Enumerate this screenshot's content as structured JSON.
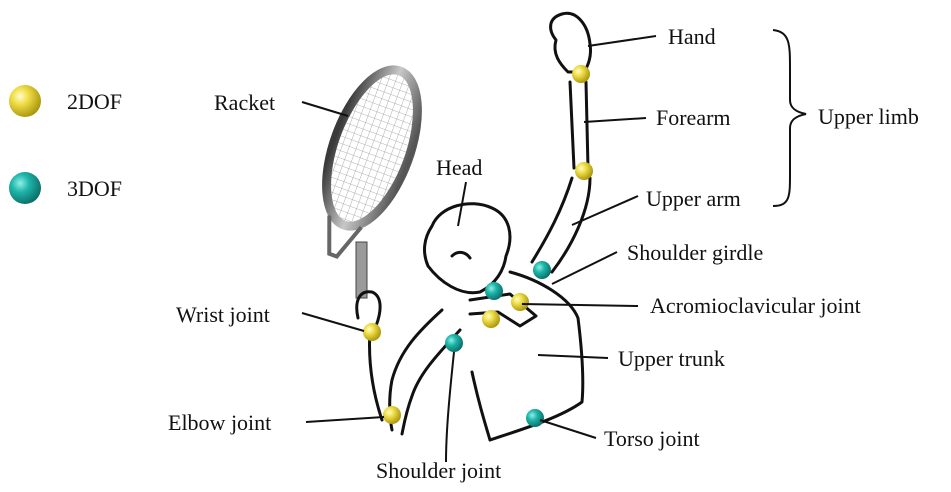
{
  "legend": {
    "two_dof": "2DOF",
    "three_dof": "3DOF"
  },
  "colors": {
    "two_dof": "#e8d21a",
    "three_dof": "#18a8a0"
  },
  "labels": {
    "hand": "Hand",
    "forearm": "Forearm",
    "upper_limb": "Upper limb",
    "upper_arm": "Upper arm",
    "racket": "Racket",
    "head": "Head",
    "shoulder_girdle": "Shoulder girdle",
    "acromioclavicular_joint": "Acromioclavicular joint",
    "wrist_joint": "Wrist joint",
    "upper_trunk": "Upper trunk",
    "elbow_joint": "Elbow joint",
    "torso_joint": "Torso joint",
    "shoulder_joint": "Shoulder joint"
  }
}
